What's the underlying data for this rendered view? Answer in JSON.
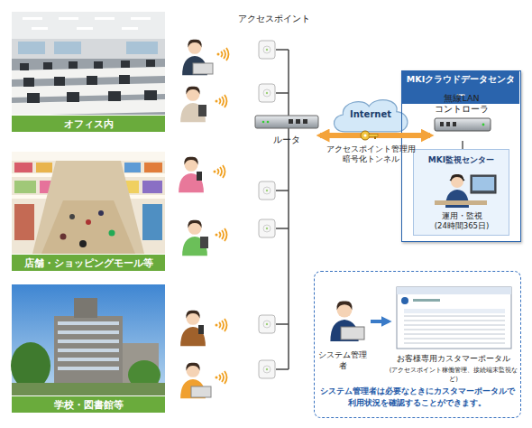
{
  "diagram": {
    "nodes": [
      {
        "text": [
          "オフィス内"
        ]
      },
      {
        "text": [
          "店舗・ショッピングモール等"
        ]
      },
      {
        "text": [
          "学校・図書館等"
        ]
      },
      {
        "text": [
          "ルータ"
        ]
      },
      {
        "text": [
          "Internet"
        ]
      },
      {
        "text": [
          "MKIクラウドデータセンター"
        ]
      },
      {
        "text": [
          "無線LAN コントローラ"
        ],
        "in": 5
      },
      {
        "text": [
          "MKI監視センター",
          "運用・監視 (24時間365日)"
        ],
        "in": 5
      },
      {
        "text": [
          "システム管理者は必要なときにカスタマーポータルで 利用状況を確認することができます。"
        ]
      },
      {
        "text": [
          "システム管理者"
        ],
        "in": 8
      },
      {
        "text": [
          "お客様専用カスタマーポータル",
          "(アクセスポイント稼働管理、接続端末監視など)"
        ],
        "in": 8
      }
    ],
    "edges": [
      {
        "from": 3,
        "to": 6,
        "label": "アクセスポイント管理用 暗号化トンネル",
        "arrow": "both"
      },
      {
        "from": 6,
        "to": 7,
        "arrow": "none"
      },
      {
        "from": 9,
        "to": 10,
        "arrow": "to"
      }
    ],
    "labels": [
      "アクセスポイント"
    ]
  }
}
